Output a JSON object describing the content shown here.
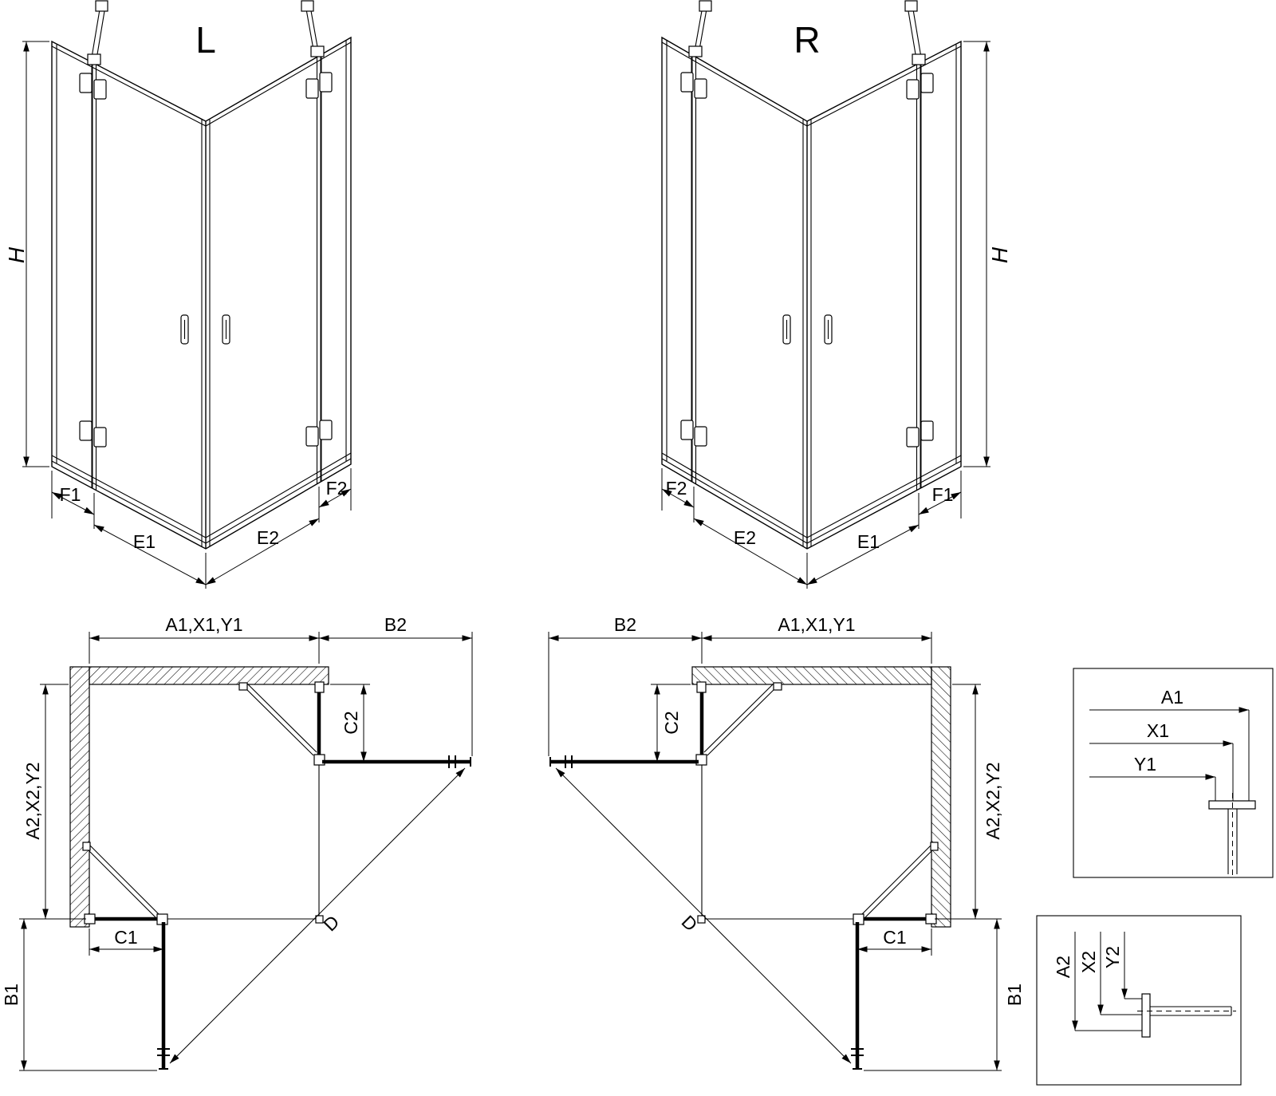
{
  "perspective_left": {
    "title": "L",
    "dim_height": "H",
    "dims_bottom": [
      "F1",
      "E1",
      "E2",
      "F2"
    ]
  },
  "perspective_right": {
    "title": "R",
    "dim_height": "H",
    "dims_bottom": [
      "F2",
      "E2",
      "E1",
      "F1"
    ]
  },
  "plan_left": {
    "dim_top_main": "A1,X1,Y1",
    "dim_top_side": "B2",
    "dim_side_main": "A2,X2,Y2",
    "dim_side_bottom": "B1",
    "dim_door_side": "C2",
    "dim_door_front": "C1",
    "dim_diagonal": "D"
  },
  "plan_right": {
    "dim_top_main": "A1,X1,Y1",
    "dim_top_side": "B2",
    "dim_side_main": "A2,X2,Y2",
    "dim_side_bottom": "B1",
    "dim_door_side": "C2",
    "dim_door_front": "C1",
    "dim_diagonal": "D"
  },
  "detail_horizontal": {
    "dims": [
      "A1",
      "X1",
      "Y1"
    ]
  },
  "detail_vertical": {
    "dims": [
      "A2",
      "X2",
      "Y2"
    ]
  }
}
